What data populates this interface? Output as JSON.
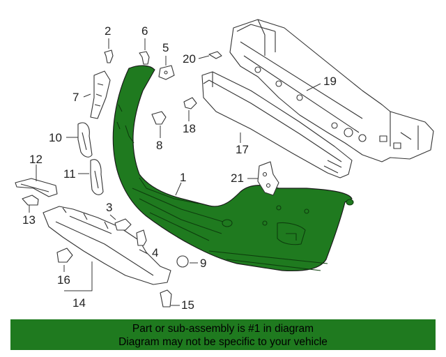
{
  "diagram": {
    "callouts": {
      "c1": "1",
      "c2": "2",
      "c3": "3",
      "c4": "4",
      "c5": "5",
      "c6": "6",
      "c7": "7",
      "c8": "8",
      "c9": "9",
      "c10": "10",
      "c11": "11",
      "c12": "12",
      "c13": "13",
      "c14": "14",
      "c15": "15",
      "c16": "16",
      "c17": "17",
      "c18": "18",
      "c19": "19",
      "c20": "20",
      "c21": "21"
    },
    "colors": {
      "bumper_fill": "#1f7a1f",
      "line": "#333333",
      "part_fill": "#ffffff"
    },
    "icons": [
      "bumper-cover",
      "reinforcement-bar",
      "absorber",
      "bolt",
      "clip",
      "bracket",
      "grille-insert",
      "fog-lamp-bezel",
      "under-cover"
    ]
  },
  "banner": {
    "line1": "Part or sub-assembly is #1 in diagram",
    "line2": "Diagram may not be specific to your vehicle",
    "color": "#1f7a1f"
  }
}
